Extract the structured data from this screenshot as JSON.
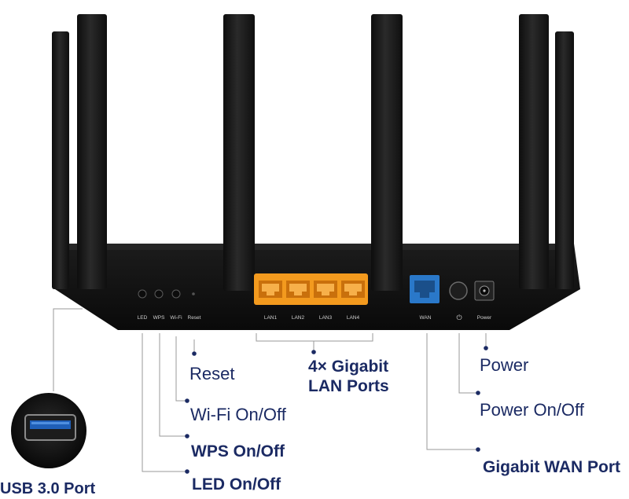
{
  "device": {
    "front_labels": {
      "led": "LED",
      "wps": "WPS",
      "wifi": "Wi-Fi",
      "reset": "Reset"
    },
    "lan_labels": [
      "LAN1",
      "LAN2",
      "LAN3",
      "LAN4"
    ],
    "wan_label": "WAN",
    "power_label": "Power",
    "colors": {
      "body": "#141414",
      "antenna": "#1a1a1a",
      "lan_port": "#f39a1e",
      "wan_port": "#2a78c9",
      "callout_text": "#1b2a63",
      "leader_line": "#9a9a9a"
    }
  },
  "callouts": {
    "reset": "Reset",
    "wifi": "Wi-Fi On/Off",
    "wps": "WPS On/Off",
    "led": "LED On/Off",
    "lan_line1": "4× Gigabit",
    "lan_line2": "LAN Ports",
    "power": "Power",
    "power_onoff": "Power On/Off",
    "wan": "Gigabit WAN Port",
    "usb": "USB 3.0 Port"
  },
  "icons": {
    "power_symbol": "⏻"
  }
}
